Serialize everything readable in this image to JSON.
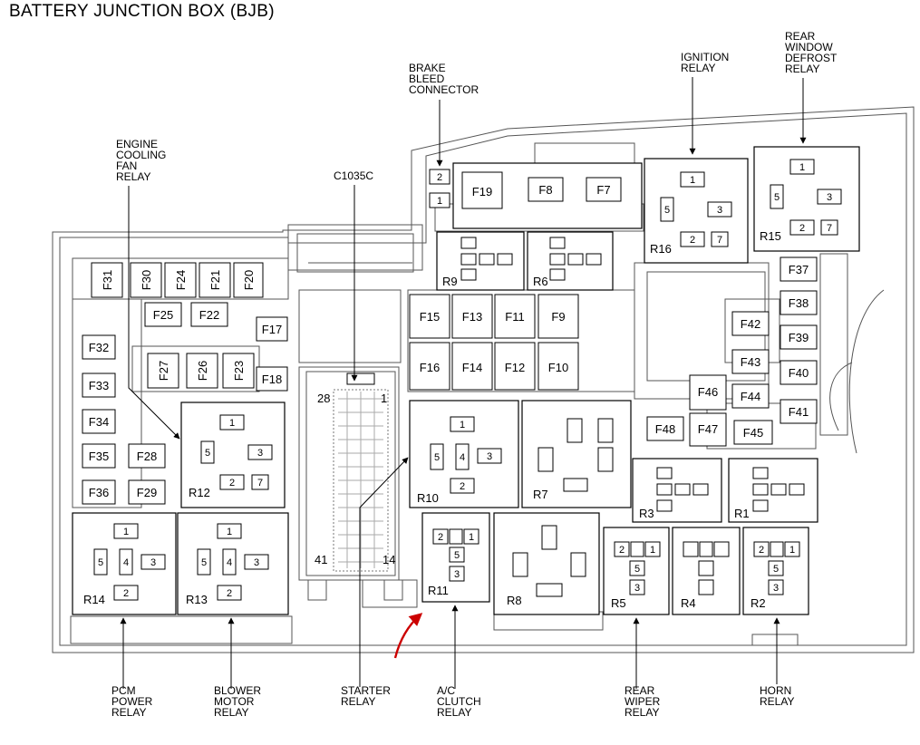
{
  "title": "BATTERY JUNCTION BOX (BJB)",
  "callouts": {
    "brake_bleed": [
      "BRAKE",
      "BLEED",
      "CONNECTOR"
    ],
    "ignition_relay": [
      "IGNITION",
      "RELAY"
    ],
    "rear_defrost": [
      "REAR",
      "WINDOW",
      "DEFROST",
      "RELAY"
    ],
    "engine_fan": [
      "ENGINE",
      "COOLING",
      "FAN",
      "RELAY"
    ],
    "c1035c": [
      "C1035C"
    ],
    "pcm_power": [
      "PCM",
      "POWER",
      "RELAY"
    ],
    "blower_motor": [
      "BLOWER",
      "MOTOR",
      "RELAY"
    ],
    "starter": [
      "STARTER",
      "RELAY"
    ],
    "ac_clutch": [
      "A/C",
      "CLUTCH",
      "RELAY"
    ],
    "rear_wiper": [
      "REAR",
      "WIPER",
      "RELAY"
    ],
    "horn": [
      "HORN",
      "RELAY"
    ]
  },
  "fuses": {
    "F31": "F31",
    "F30": "F30",
    "F24": "F24",
    "F21": "F21",
    "F20": "F20",
    "F25": "F25",
    "F22": "F22",
    "F17": "F17",
    "F32": "F32",
    "F27": "F27",
    "F26": "F26",
    "F23": "F23",
    "F18": "F18",
    "F33": "F33",
    "F34": "F34",
    "F35": "F35",
    "F28": "F28",
    "F36": "F36",
    "F29": "F29",
    "F19": "F19",
    "F8": "F8",
    "F7": "F7",
    "F15": "F15",
    "F13": "F13",
    "F11": "F11",
    "F9": "F9",
    "F16": "F16",
    "F14": "F14",
    "F12": "F12",
    "F10": "F10",
    "F37": "F37",
    "F38": "F38",
    "F39": "F39",
    "F40": "F40",
    "F41": "F41",
    "F42": "F42",
    "F43": "F43",
    "F44": "F44",
    "F45": "F45",
    "F46": "F46",
    "F47": "F47",
    "F48": "F48"
  },
  "relays": {
    "R1": "R1",
    "R2": "R2",
    "R3": "R3",
    "R4": "R4",
    "R5": "R5",
    "R6": "R6",
    "R7": "R7",
    "R8": "R8",
    "R9": "R9",
    "R10": "R10",
    "R11": "R11",
    "R12": "R12",
    "R13": "R13",
    "R14": "R14",
    "R15": "R15",
    "R16": "R16"
  },
  "brake_pins": [
    "2",
    "1"
  ],
  "connector_pins": {
    "p28": "28",
    "p1": "1",
    "p41": "41",
    "p14": "14"
  },
  "relay_pins": {
    "p1": "1",
    "p2": "2",
    "p3": "3",
    "p4": "4",
    "p5": "5",
    "p7": "7"
  },
  "colors": {
    "line": "#000000",
    "outline": "#555555",
    "arrow_annotation": "#cc0000"
  }
}
